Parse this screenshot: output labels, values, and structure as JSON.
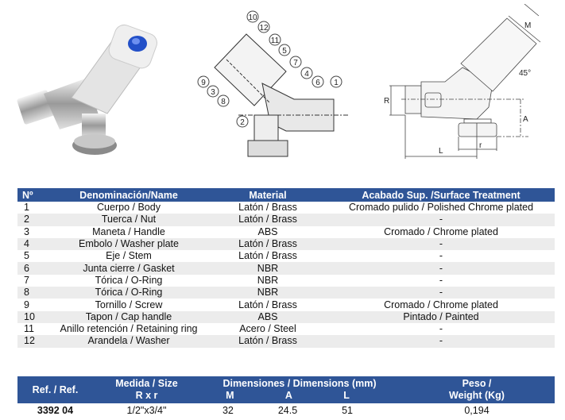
{
  "diagram": {
    "callouts": [
      "1",
      "2",
      "3",
      "4",
      "5",
      "6",
      "7",
      "8",
      "9",
      "10",
      "11",
      "12"
    ],
    "dim_labels": {
      "R": "R",
      "A": "A",
      "L": "L",
      "r": "r",
      "M": "M",
      "angle": "45°"
    }
  },
  "parts_table": {
    "headers": [
      "Nº",
      "Denominación/Name",
      "Material",
      "Acabado Sup. /Surface Treatment"
    ],
    "rows": [
      [
        "1",
        "Cuerpo / Body",
        "Latón / Brass",
        "Cromado pulido / Polished Chrome plated"
      ],
      [
        "2",
        "Tuerca / Nut",
        "Latón / Brass",
        "-"
      ],
      [
        "3",
        "Maneta / Handle",
        "ABS",
        "Cromado / Chrome plated"
      ],
      [
        "4",
        "Embolo / Washer plate",
        "Latón / Brass",
        "-"
      ],
      [
        "5",
        "Eje / Stem",
        "Latón / Brass",
        "-"
      ],
      [
        "6",
        "Junta cierre / Gasket",
        "NBR",
        "-"
      ],
      [
        "7",
        "Tórica / O-Ring",
        "NBR",
        "-"
      ],
      [
        "8",
        "Tórica / O-Ring",
        "NBR",
        "-"
      ],
      [
        "9",
        "Tornillo / Screw",
        "Latón / Brass",
        "Cromado / Chrome plated"
      ],
      [
        "10",
        "Tapon / Cap handle",
        "ABS",
        "Pintado / Painted"
      ],
      [
        "11",
        "Anillo retención / Retaining ring",
        "Acero / Steel",
        "-"
      ],
      [
        "12",
        "Arandela / Washer",
        "Latón / Brass",
        "-"
      ]
    ]
  },
  "dims_table": {
    "ref": "Ref. / Ref.",
    "size_1": "Medida /  Size",
    "size_2": "R x r",
    "dims": "Dimensiones / Dimensions (mm)",
    "m": "M",
    "a": "A",
    "l": "L",
    "weight_1": "Peso /",
    "weight_2": "Weight  (Kg)",
    "row": {
      "ref": "3392 04",
      "size": "1/2\"x3/4\"",
      "m": "32",
      "a": "24.5",
      "l": "51",
      "weight": "0,194"
    }
  }
}
